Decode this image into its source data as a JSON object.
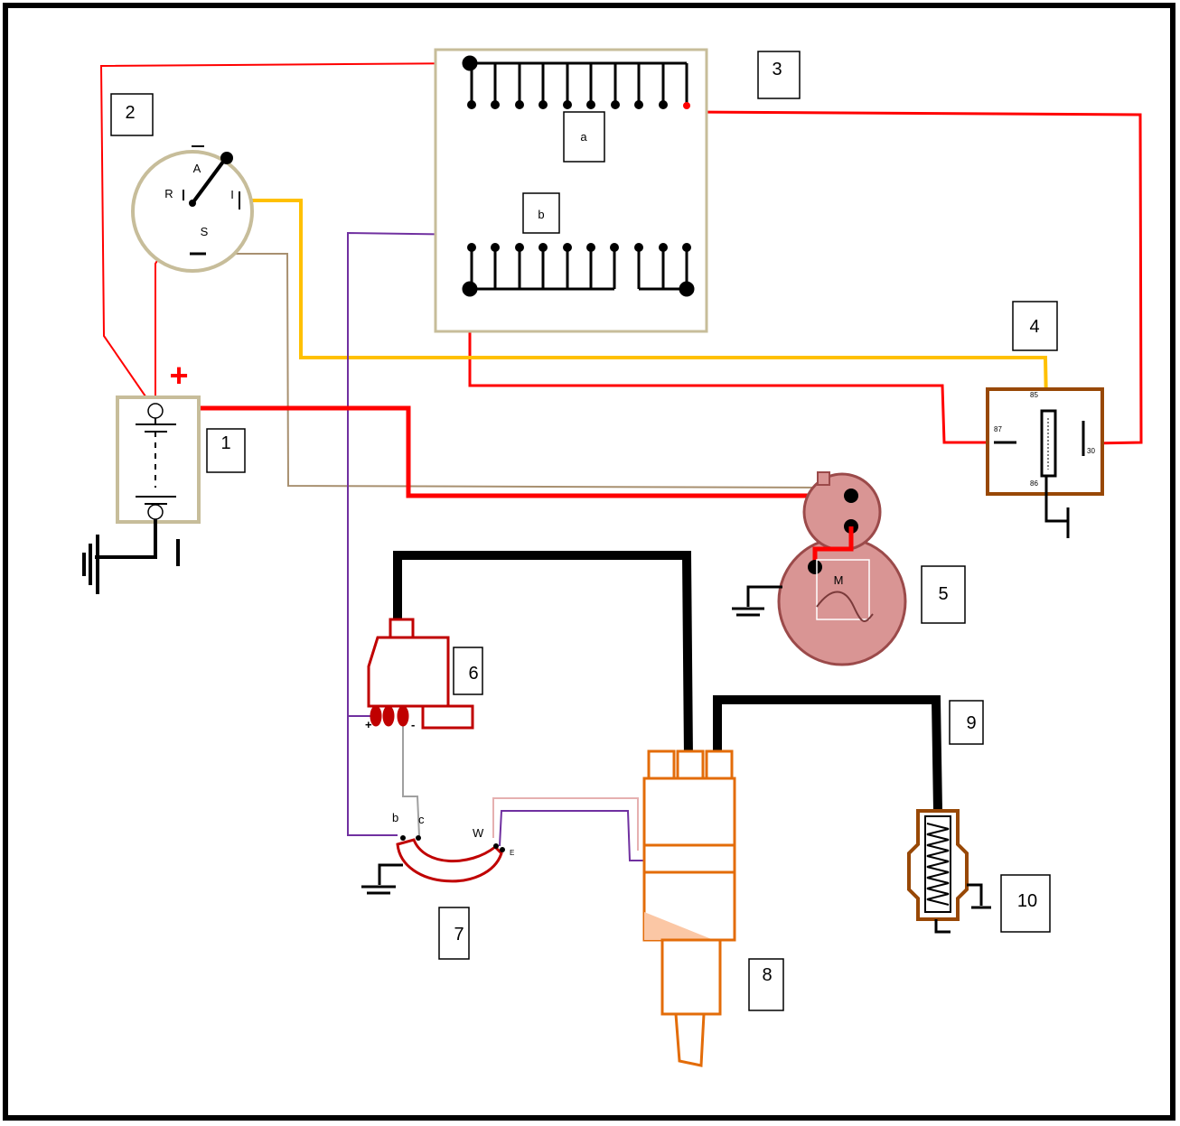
{
  "colors": {
    "frame": "#000000",
    "board_border": "#c7bd9a",
    "wire_red": "#ff0000",
    "wire_yellow": "#ffc000",
    "wire_purple": "#7030a0",
    "wire_tan": "#a89070",
    "wire_black": "#000000",
    "starter_fill": "#d99594",
    "starter_stroke": "#9b4a4a",
    "coil_red": "#c00000",
    "dist_orange": "#e36c09",
    "plug_brown": "#984806",
    "relay_brown": "#984806"
  },
  "callouts": {
    "n1": "1",
    "n2": "2",
    "n3": "3",
    "n4": "4",
    "n5": "5",
    "n6": "6",
    "n7": "7",
    "n8": "8",
    "n9": "9",
    "n10": "10"
  },
  "board_labels": {
    "a": "a",
    "b": "b"
  },
  "battery": {
    "plus_sign": "+"
  },
  "ignition_switch": {
    "A": "A",
    "R": "R",
    "I": "I",
    "S": "S"
  },
  "relay": {
    "p85": "85",
    "p87": "87",
    "p86": "86",
    "p30": "30"
  },
  "starter": {
    "motor_label": "M"
  },
  "coil": {
    "plus": "+",
    "minus": "-"
  },
  "breaker": {
    "b": "b",
    "c": "c",
    "w": "W",
    "e": "E"
  },
  "icons": {
    "ground": "ground-icon",
    "battery": "battery-icon",
    "motor": "motor-icon",
    "spring": "spring-icon"
  }
}
